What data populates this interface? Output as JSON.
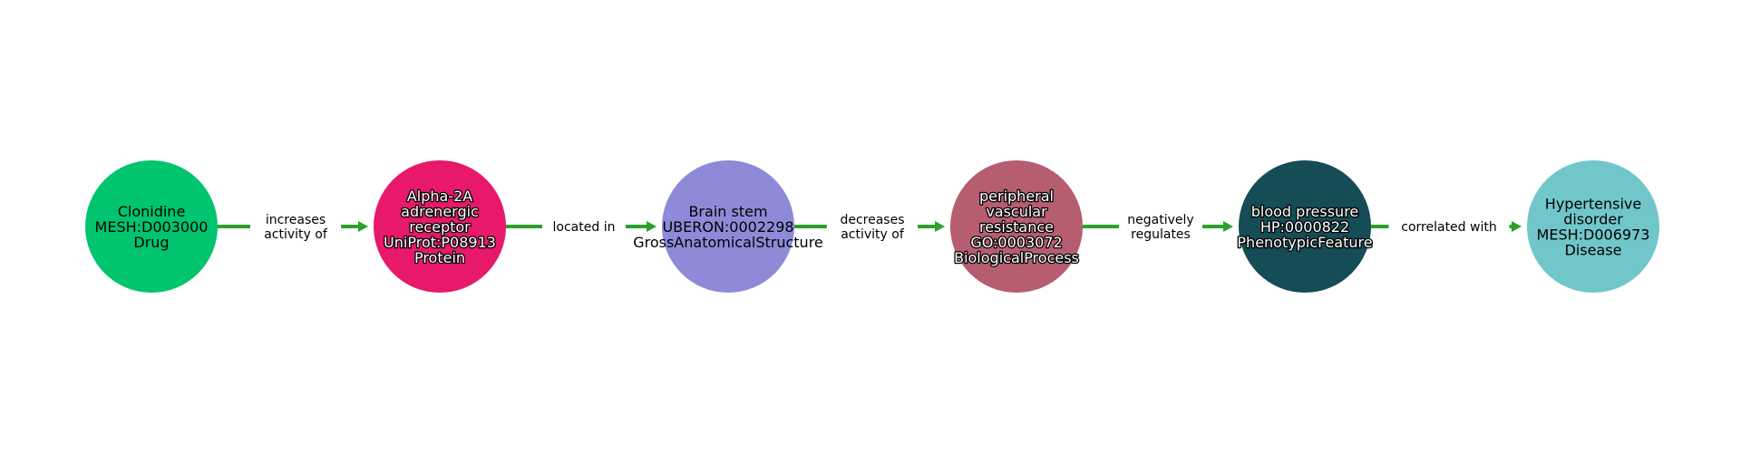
{
  "nodes": [
    {
      "id": "clonidine",
      "lines": [
        "Clonidine",
        "MESH:D003000",
        "Drug"
      ],
      "color": "#00c46e",
      "text_style": "dark"
    },
    {
      "id": "alpha-2a",
      "lines": [
        "Alpha-2A",
        "adrenergic",
        "receptor",
        "UniProt:P08913",
        "Protein"
      ],
      "color": "#e8186a",
      "text_style": "light"
    },
    {
      "id": "brain-stem",
      "lines": [
        "Brain stem",
        "UBERON:0002298",
        "GrossAnatomicalStructure"
      ],
      "color": "#8e8ad8",
      "text_style": "dark"
    },
    {
      "id": "peripheral-vascular-resistance",
      "lines": [
        "peripheral",
        "vascular",
        "resistance",
        "GO:0003072",
        "BiologicalProcess"
      ],
      "color": "#b75d70",
      "text_style": "light"
    },
    {
      "id": "blood-pressure",
      "lines": [
        "blood pressure",
        "HP:0000822",
        "PhenotypicFeature"
      ],
      "color": "#154c55",
      "text_style": "light"
    },
    {
      "id": "hypertensive-disorder",
      "lines": [
        "Hypertensive",
        "disorder",
        "MESH:D006973",
        "Disease"
      ],
      "color": "#71c6ca",
      "text_style": "dark"
    }
  ],
  "edges": [
    {
      "from": "clonidine",
      "to": "alpha-2a",
      "label_lines": [
        "increases",
        "activity of"
      ]
    },
    {
      "from": "alpha-2a",
      "to": "brain-stem",
      "label_lines": [
        "located in"
      ]
    },
    {
      "from": "brain-stem",
      "to": "peripheral-vascular-resistance",
      "label_lines": [
        "decreases",
        "activity of"
      ]
    },
    {
      "from": "peripheral-vascular-resistance",
      "to": "blood-pressure",
      "label_lines": [
        "negatively",
        "regulates"
      ]
    },
    {
      "from": "blood-pressure",
      "to": "hypertensive-disorder",
      "label_lines": [
        "correlated with"
      ]
    }
  ],
  "edge_color": "#2ca02c"
}
